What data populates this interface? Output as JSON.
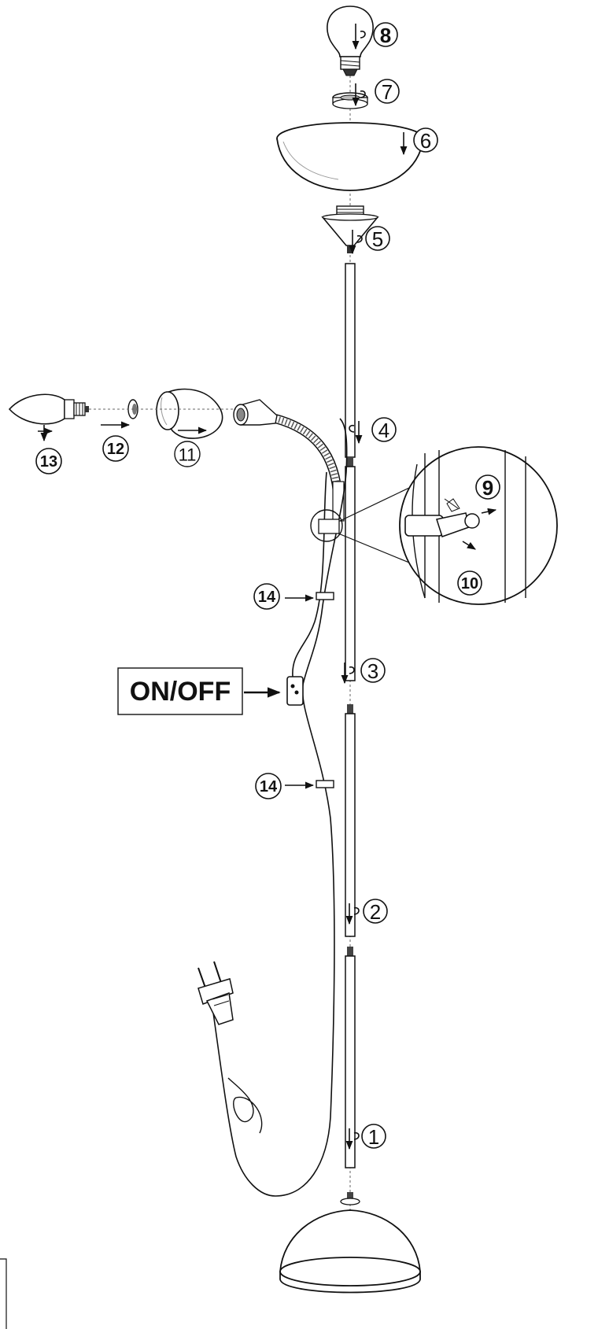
{
  "diagram": {
    "switch_label": "ON/OFF",
    "callouts": {
      "c1": "1",
      "c2": "2",
      "c3": "3",
      "c4": "4",
      "c5": "5",
      "c6": "6",
      "c7": "7",
      "c8": "8",
      "c9": "9",
      "c10": "10",
      "c11": "11",
      "c12": "12",
      "c13": "13",
      "c14a": "14",
      "c14b": "14"
    }
  }
}
